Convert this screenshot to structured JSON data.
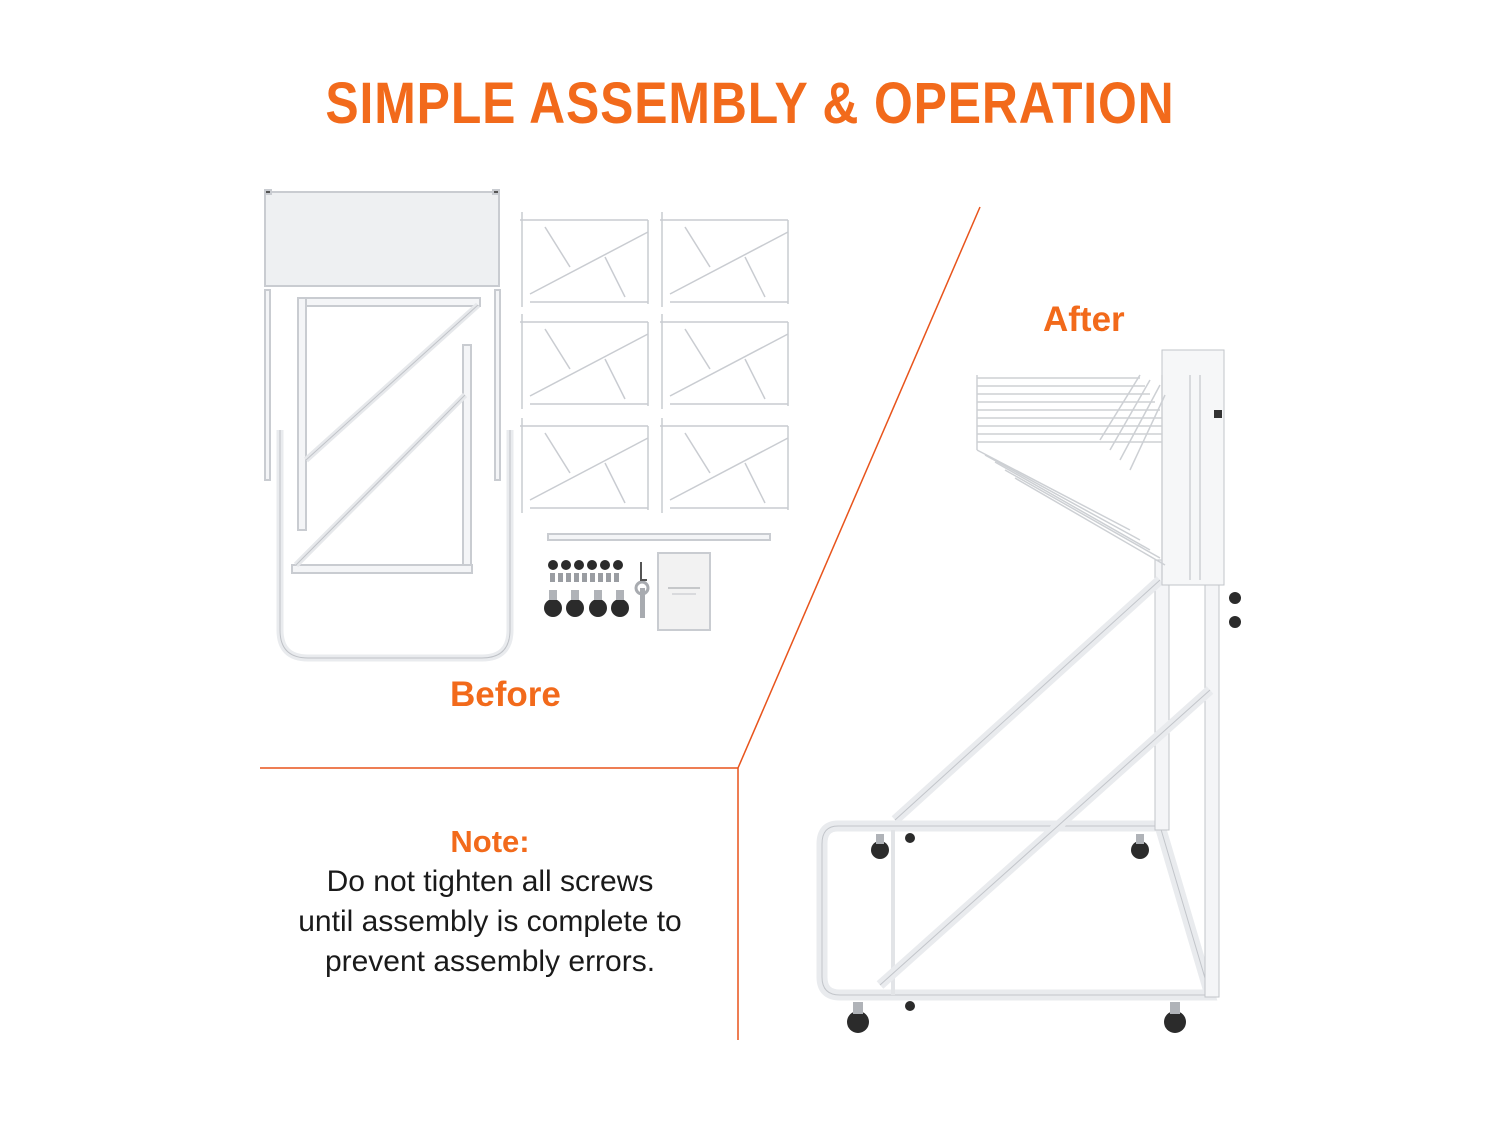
{
  "title": "SIMPLE ASSEMBLY & OPERATION",
  "labels": {
    "before": "Before",
    "after": "After"
  },
  "note": {
    "title": "Note:",
    "lines": [
      "Do not tighten all screws",
      "until assembly is complete to",
      "prevent assembly errors."
    ]
  },
  "colors": {
    "accent": "#f26a1b",
    "divider": "#e8541c",
    "frame": "#f4f5f7",
    "frame_stroke": "#c9ccd1",
    "wheel": "#2b2b2b"
  },
  "images": {
    "before": "disassembled-rack-parts",
    "after": "assembled-rolling-file-rack"
  }
}
